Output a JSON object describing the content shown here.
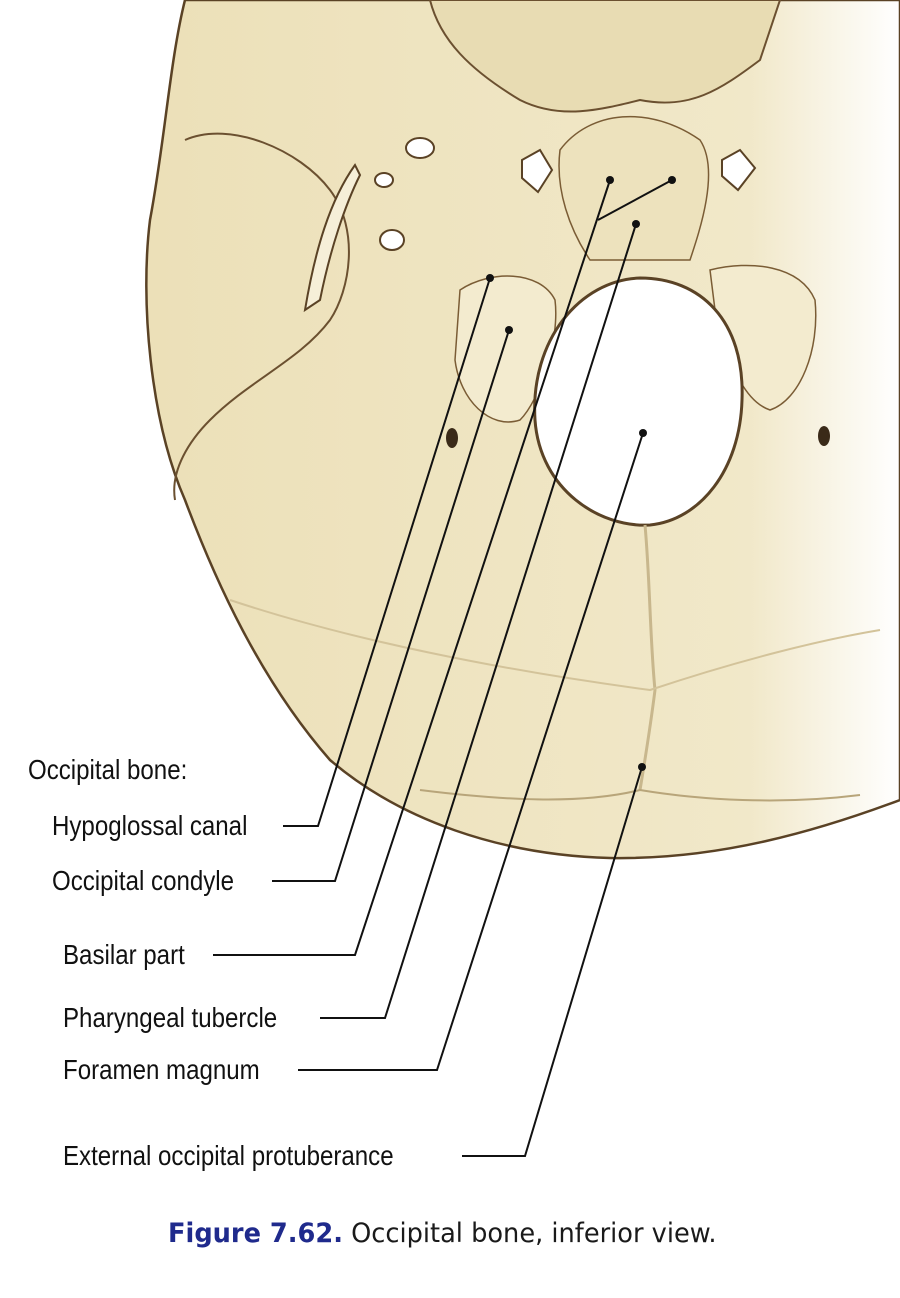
{
  "figure": {
    "group_label": "Occipital bone:",
    "labels": [
      {
        "id": "hypoglossal-canal",
        "text": "Hypoglossal canal"
      },
      {
        "id": "occipital-condyle",
        "text": "Occipital condyle"
      },
      {
        "id": "basilar-part",
        "text": "Basilar part"
      },
      {
        "id": "pharyngeal-tubercle",
        "text": "Pharyngeal tubercle"
      },
      {
        "id": "foramen-magnum",
        "text": "Foramen magnum"
      },
      {
        "id": "external-occipital-protuberance",
        "text": "External occipital protuberance"
      }
    ],
    "caption_number": "Figure 7.62.",
    "caption_text": " Occipital bone, inferior view."
  },
  "colors": {
    "bone": "#eee3bf",
    "outline": "#5a4225",
    "caption_blue": "#1f2a8c"
  }
}
